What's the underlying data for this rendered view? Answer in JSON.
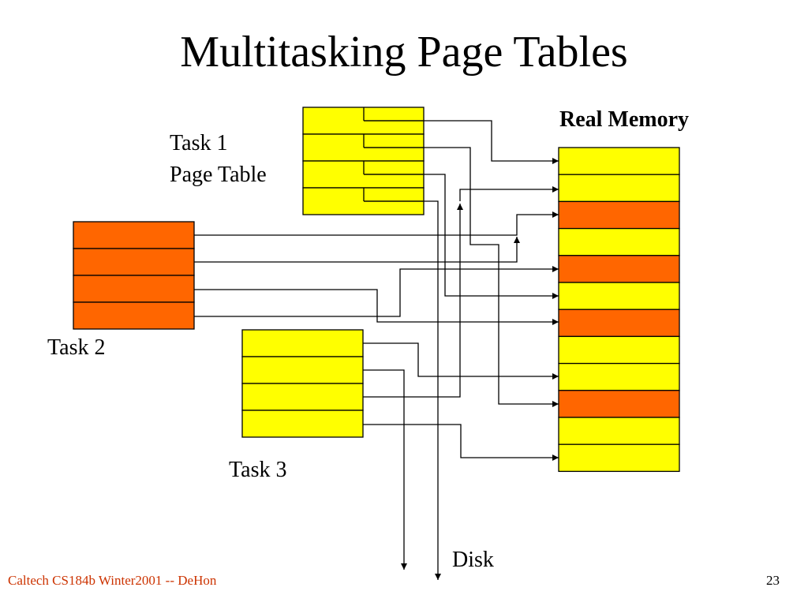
{
  "title": "Multitasking Page Tables",
  "labels": {
    "task1": "Task 1",
    "task1_sub": "Page Table",
    "task2": "Task 2",
    "task3": "Task 3",
    "real_memory": "Real Memory",
    "disk": "Disk"
  },
  "footer": {
    "course": "Caltech CS184b Winter2001 -- DeHon",
    "page_number": "23"
  },
  "colors": {
    "yellow": "#ffff00",
    "orange": "#ff6600",
    "line": "#000000"
  },
  "real_memory_frames": [
    "yellow",
    "yellow",
    "orange",
    "yellow",
    "orange",
    "yellow",
    "orange",
    "yellow",
    "yellow",
    "orange",
    "yellow",
    "yellow"
  ],
  "task1_entries": 4,
  "task2_entries": 4,
  "task3_entries": 4
}
